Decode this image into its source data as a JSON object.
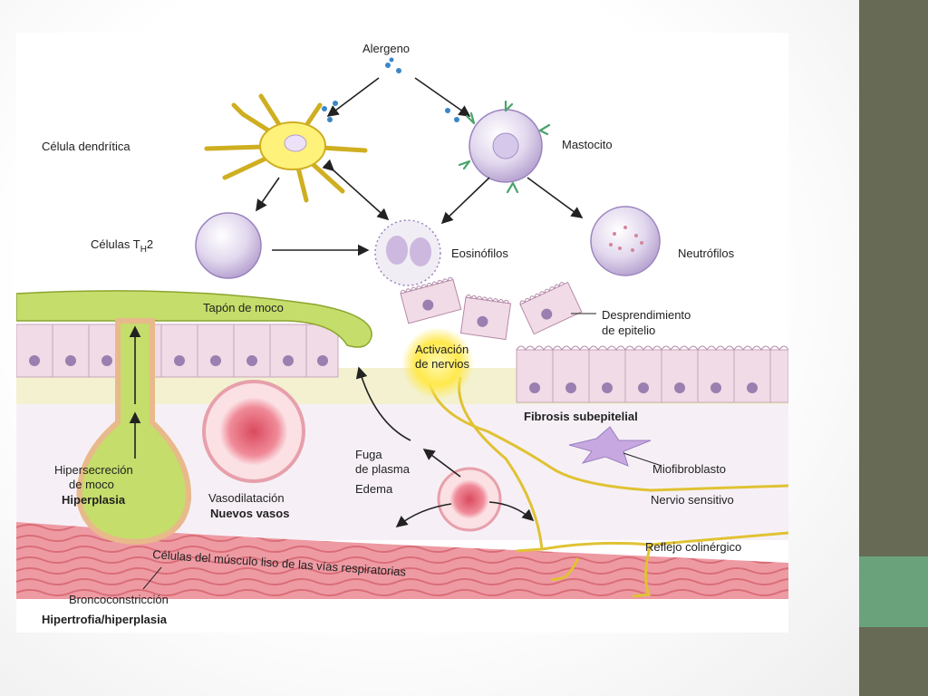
{
  "slide": {
    "accent_color": "#6aa37b",
    "sidebar_color": "#676a55"
  },
  "diagram": {
    "labels": {
      "alergeno": "Alergeno",
      "celula_dendritica": "Célula dendrítica",
      "mastocito": "Mastocito",
      "celulas_th2_prefix": "Células T",
      "celulas_th2_sub": "H",
      "celulas_th2_suffix": "2",
      "eosinofilos": "Eosinófilos",
      "neutrofilos": "Neutrófilos",
      "tapon_de_moco": "Tapón de moco",
      "desprendimiento_1": "Desprendimiento",
      "desprendimiento_2": "de epitelio",
      "activacion_1": "Activación",
      "activacion_2": "de nervios",
      "fibrosis": "Fibrosis subepitelial",
      "miofibroblasto": "Miofibroblasto",
      "hipersecrecion_1": "Hipersecreción",
      "hipersecrecion_2": "de moco",
      "hiperplasia": "Hiperplasia",
      "vasodilatacion": "Vasodilatación",
      "nuevos_vasos": "Nuevos vasos",
      "fuga_1": "Fuga",
      "fuga_2": "de plasma",
      "edema": "Edema",
      "nervio_sensitivo": "Nervio sensitivo",
      "reflejo": "Reflejo colinérgico",
      "musculo": "Células del músculo liso de las vías respiratorias",
      "broncoconstriccion": "Broncoconstricción",
      "hipertrofia": "Hipertrofia/hiperplasia"
    }
  }
}
